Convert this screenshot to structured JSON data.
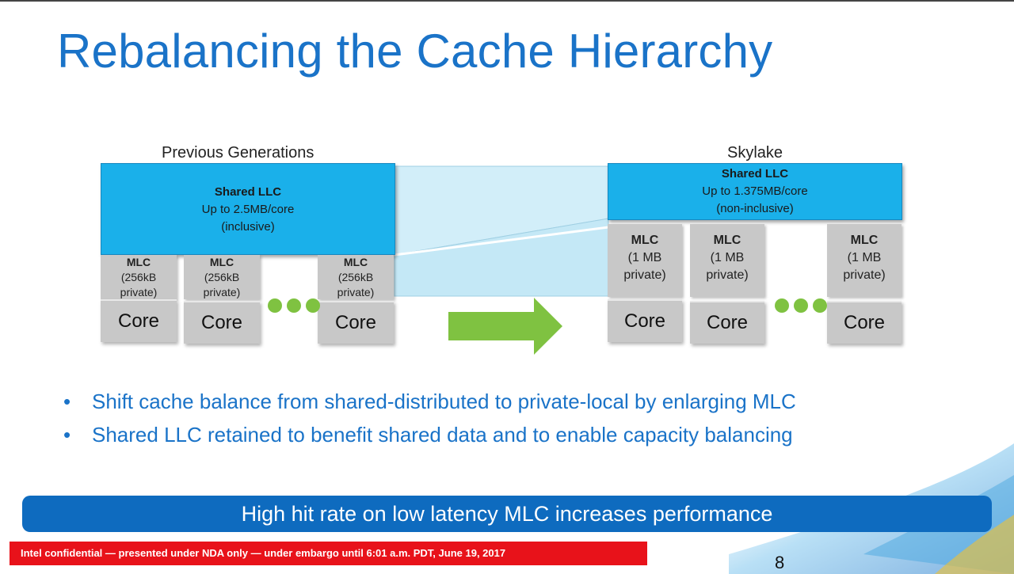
{
  "slide": {
    "title": "Rebalancing the Cache Hierarchy",
    "page_number": "8"
  },
  "previous": {
    "label": "Previous Generations",
    "llc": {
      "title": "Shared LLC",
      "size": "Up to 2.5MB/core",
      "note": "(inclusive)"
    },
    "mlc": {
      "title": "MLC",
      "size": "(256kB",
      "scope": "private)"
    },
    "core_label": "Core"
  },
  "skylake": {
    "label": "Skylake",
    "llc": {
      "title": "Shared LLC",
      "size": "Up to 1.375MB/core",
      "note": "(non-inclusive)"
    },
    "mlc": {
      "title": "MLC",
      "size": "(1 MB",
      "scope": "private)"
    },
    "core_label": "Core"
  },
  "bullets": [
    "Shift cache balance from shared-distributed to private-local by enlarging MLC",
    "Shared LLC retained to benefit shared data and to enable capacity balancing"
  ],
  "bullet_marker": "•",
  "banner": "High hit rate on low latency MLC increases performance",
  "footer": "Intel confidential — presented under NDA only — under embargo until 6:01 a.m. PDT, June 19, 2017",
  "colors": {
    "title": "#1a73c8",
    "llc": "#1ab0ea",
    "mlc_core": "#c8c8c8",
    "arrow": "#7fc241",
    "banner": "#0e6bbf",
    "footer": "#e8121a"
  },
  "icons": {
    "arrow": "right-arrow-icon",
    "ellipsis": "ellipsis-dots-icon"
  }
}
